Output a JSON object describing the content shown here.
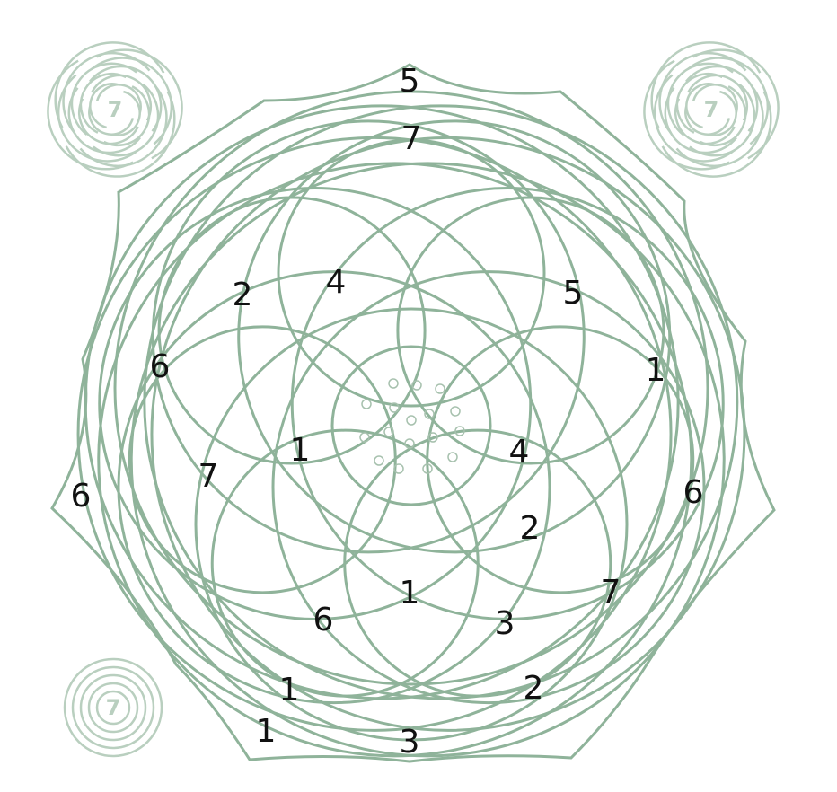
{
  "colors": {
    "line": "#8fb39a",
    "line_light": "#b9cfbf",
    "text": "#111111",
    "seed_dot": "#a7c1ae"
  },
  "corner_swirls": [
    {
      "id": "swirl-top-left",
      "label": "7",
      "style": "spiral"
    },
    {
      "id": "swirl-top-right",
      "label": "7",
      "style": "spiral"
    },
    {
      "id": "swirl-bottom-left",
      "label": "7",
      "style": "concentric"
    }
  ],
  "region_numbers": [
    "5",
    "7",
    "2",
    "4",
    "5",
    "6",
    "1",
    "1",
    "4",
    "7",
    "6",
    "6",
    "2",
    "1",
    "6",
    "7",
    "3",
    "1",
    "2",
    "1",
    "3"
  ]
}
